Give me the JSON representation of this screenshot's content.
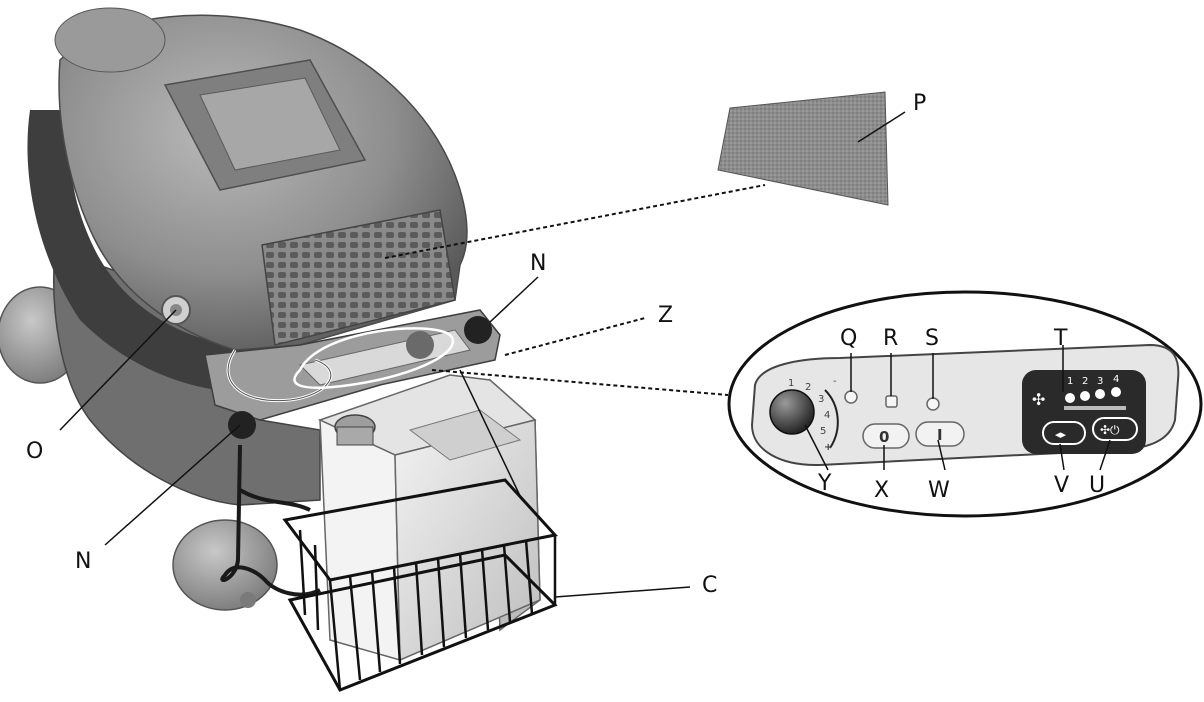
{
  "callouts": {
    "p": "P",
    "z": "Z",
    "n_top": "N",
    "n_bottom": "N",
    "o": "O",
    "c": "C",
    "q": "Q",
    "r": "R",
    "s": "S",
    "t": "T",
    "u": "U",
    "v": "V",
    "w": "W",
    "x": "X",
    "y": "Y"
  },
  "panel": {
    "dial_numbers": [
      "1",
      "2",
      "3",
      "4",
      "5"
    ],
    "dial_minus": "-",
    "dial_plus": "+",
    "fan_levels": [
      "1",
      "2",
      "3",
      "4"
    ],
    "switch_0": "0",
    "switch_1": "I"
  }
}
